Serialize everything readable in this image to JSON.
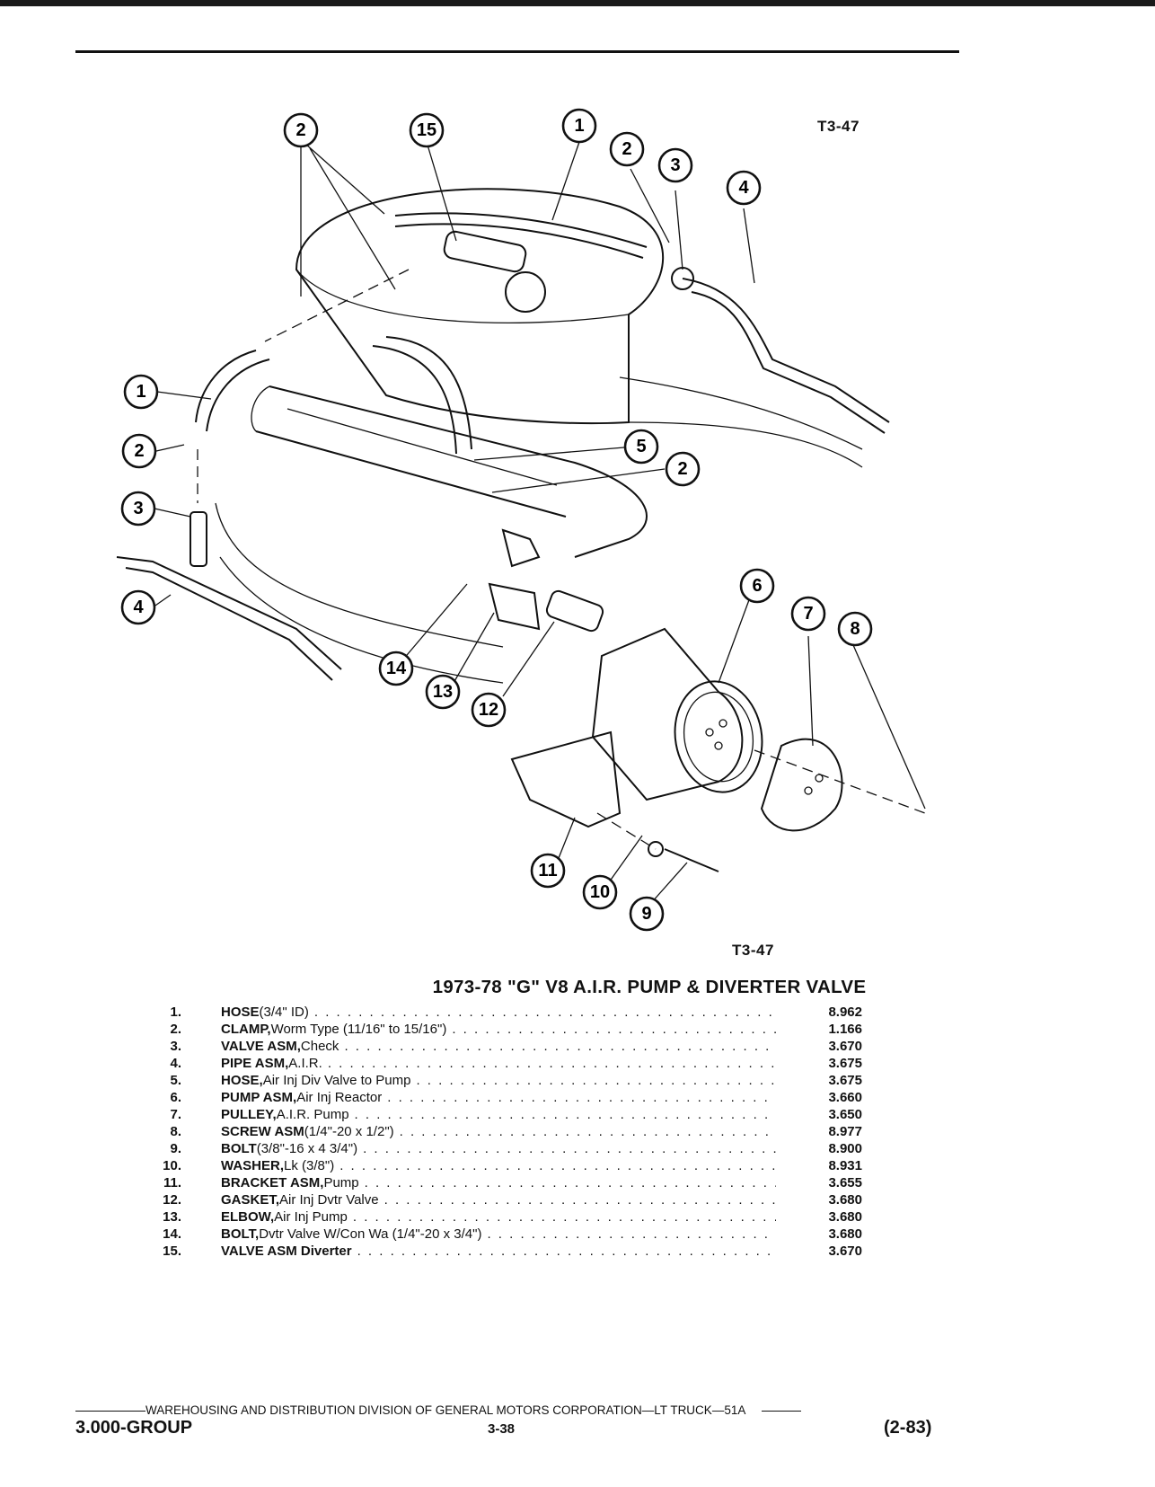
{
  "figure": {
    "code_top": "T3-47",
    "code_bottom": "T3-47"
  },
  "title": "1973-78 \"G\" V8 A.I.R. PUMP & DIVERTER VALVE",
  "callouts": [
    "1",
    "2",
    "3",
    "4",
    "5",
    "6",
    "7",
    "8",
    "9",
    "10",
    "11",
    "12",
    "13",
    "14",
    "15"
  ],
  "parts": [
    {
      "num": "1.",
      "name": "HOSE",
      "detail": " (3/4\" ID)",
      "group": "8.962"
    },
    {
      "num": "2.",
      "name": "CLAMP,",
      "detail": " Worm Type (11/16\" to 15/16\")",
      "group": "1.166"
    },
    {
      "num": "3.",
      "name": "VALVE ASM,",
      "detail": " Check",
      "group": "3.670"
    },
    {
      "num": "4.",
      "name": "PIPE ASM,",
      "detail": " A.I.R.",
      "group": "3.675"
    },
    {
      "num": "5.",
      "name": "HOSE,",
      "detail": " Air Inj Div Valve to Pump",
      "group": "3.675"
    },
    {
      "num": "6.",
      "name": "PUMP ASM,",
      "detail": " Air Inj Reactor",
      "group": "3.660"
    },
    {
      "num": "7.",
      "name": "PULLEY,",
      "detail": " A.I.R. Pump",
      "group": "3.650"
    },
    {
      "num": "8.",
      "name": "SCREW ASM",
      "detail": " (1/4\"-20 x 1/2\")",
      "group": "8.977"
    },
    {
      "num": "9.",
      "name": "BOLT",
      "detail": " (3/8\"-16 x 4 3/4\")",
      "group": "8.900"
    },
    {
      "num": "10.",
      "name": "WASHER,",
      "detail": " Lk (3/8\")",
      "group": "8.931"
    },
    {
      "num": "11.",
      "name": "BRACKET ASM,",
      "detail": " Pump",
      "group": "3.655"
    },
    {
      "num": "12.",
      "name": "GASKET,",
      "detail": " Air Inj Dvtr Valve",
      "group": "3.680"
    },
    {
      "num": "13.",
      "name": "ELBOW,",
      "detail": " Air Inj Pump",
      "group": "3.680"
    },
    {
      "num": "14.",
      "name": "BOLT,",
      "detail": " Dvtr Valve W/Con Wa (1/4\"-20 x 3/4\")",
      "group": "3.680"
    },
    {
      "num": "15.",
      "name": "VALVE ASM Diverter",
      "detail": "",
      "group": "3.670"
    }
  ],
  "footer": {
    "line": "WAREHOUSING AND DISTRIBUTION DIVISION OF GENERAL MOTORS CORPORATION—LT TRUCK—51A",
    "group": "3.000-GROUP",
    "page": "3-38",
    "date": "(2-83)"
  }
}
